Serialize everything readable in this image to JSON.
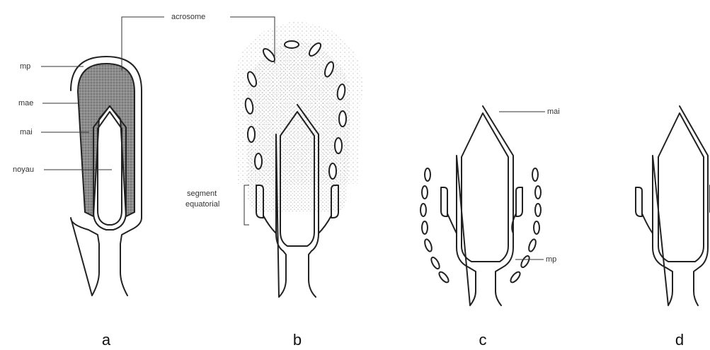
{
  "labels": {
    "acrosome": "acrosome",
    "mp": "mp",
    "mae": "mae",
    "mai": "mai",
    "noyau": "noyau",
    "segment": "segment",
    "equatorial": "equatorial",
    "mai_c": "mai",
    "mp_c": "mp"
  },
  "panels": [
    "a",
    "b",
    "c",
    "d"
  ],
  "colors": {
    "ink": "#222222",
    "acrosome_fill": "#8a8a8a",
    "dots": "#9a9a9a"
  }
}
